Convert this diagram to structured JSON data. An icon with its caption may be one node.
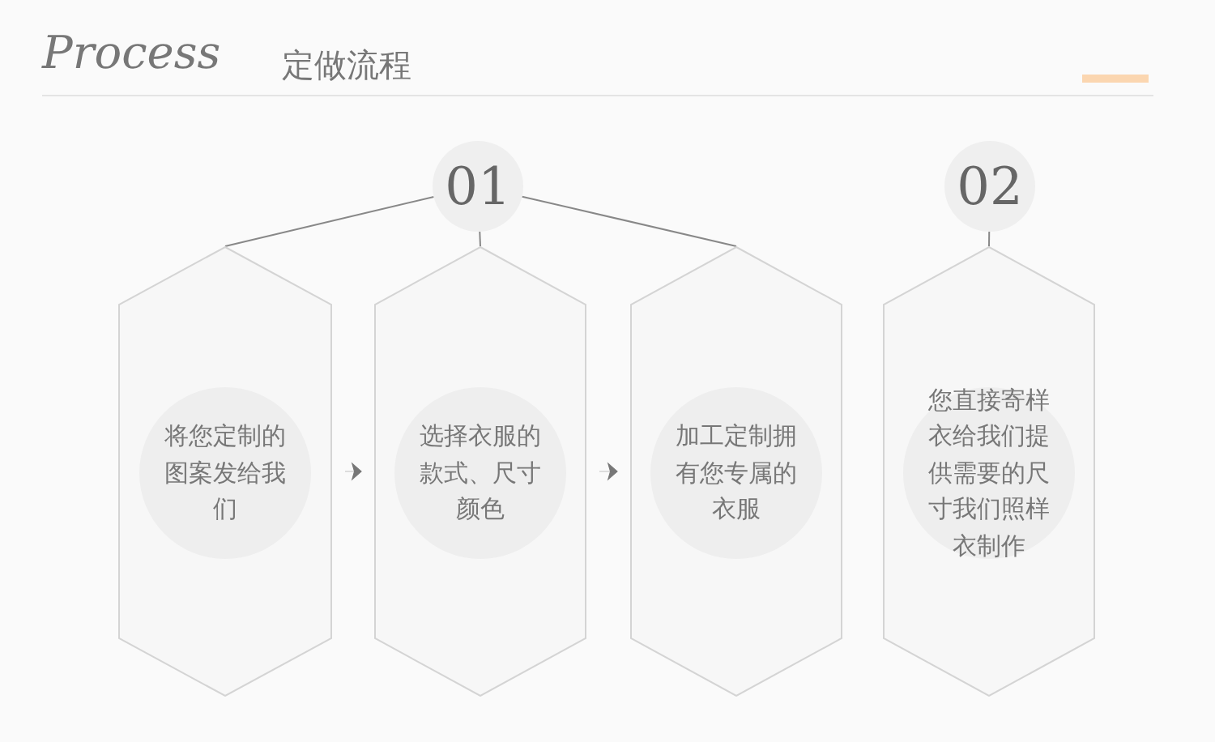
{
  "diagram": {
    "title": "定做流程",
    "nodes": [
      {
        "text": [
          "01"
        ]
      },
      {
        "text": [
          "将您定制的图案发给我们"
        ]
      },
      {
        "text": [
          "选择衣服的款式、尺寸颜色"
        ]
      },
      {
        "text": [
          "加工定制拥有您专属的衣服"
        ]
      },
      {
        "text": [
          "02"
        ]
      },
      {
        "text": [
          "您直接寄样衣给我们提供需要的尺寸我们照样衣制作"
        ]
      }
    ],
    "edges": [
      {
        "from": 0,
        "to": 1,
        "arrow": "none"
      },
      {
        "from": 0,
        "to": 2,
        "arrow": "none"
      },
      {
        "from": 0,
        "to": 3,
        "arrow": "none"
      },
      {
        "from": 1,
        "to": 2,
        "arrow": "to"
      },
      {
        "from": 2,
        "to": 3,
        "arrow": "to"
      },
      {
        "from": 4,
        "to": 5,
        "arrow": "none"
      }
    ],
    "labels": [
      "Process"
    ]
  }
}
